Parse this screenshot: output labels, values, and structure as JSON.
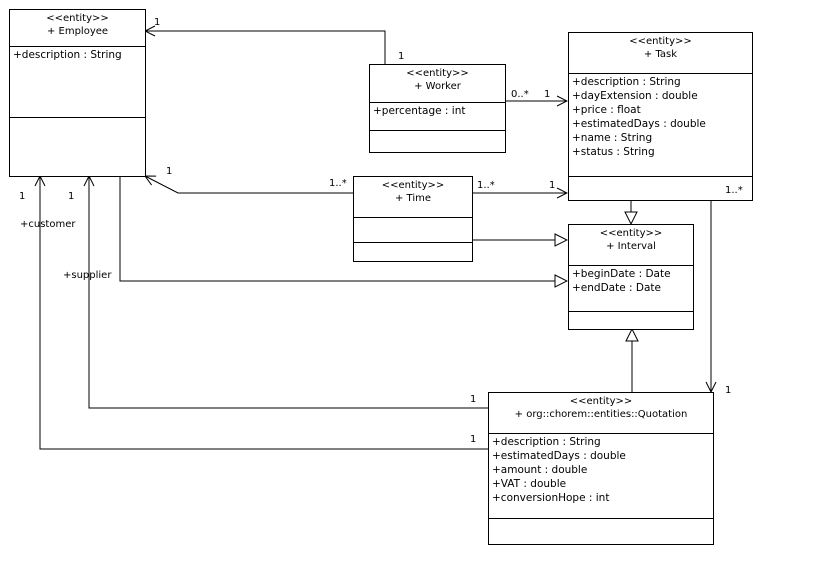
{
  "classes": {
    "employee": {
      "stereotype": "<<entity>>",
      "name": "+ Employee",
      "attributes": [
        "+description : String"
      ]
    },
    "worker": {
      "stereotype": "<<entity>>",
      "name": "+ Worker",
      "attributes": [
        "+percentage : int"
      ]
    },
    "task": {
      "stereotype": "<<entity>>",
      "name": "+ Task",
      "attributes": [
        "+description : String",
        "+dayExtension : double",
        "+price : float",
        "+estimatedDays : double",
        "+name : String",
        "+status : String"
      ]
    },
    "time": {
      "stereotype": "<<entity>>",
      "name": "+ Time",
      "attributes": []
    },
    "interval": {
      "stereotype": "<<entity>>",
      "name": "+ Interval",
      "attributes": [
        "+beginDate : Date",
        "+endDate : Date"
      ]
    },
    "quotation": {
      "stereotype": "<<entity>>",
      "name": "+ org::chorem::entities::Quotation",
      "attributes": [
        "+description : String",
        "+estimatedDays : double",
        "+amount : double",
        "+VAT : double",
        "+conversionHope : int"
      ]
    }
  },
  "labels": {
    "worker_employee_at_employee": "1",
    "worker_employee_at_worker": "1",
    "worker_task_at_worker": "0..*",
    "worker_task_at_task": "1",
    "time_employee_at_employee": "1",
    "time_employee_at_time": "1..*",
    "time_task_at_time": "1..*",
    "time_task_at_task": "1",
    "task_quotation_at_task": "1..*",
    "task_quotation_at_quotation": "1",
    "customer_role": "+customer",
    "customer_mult_employee": "1",
    "customer_mult_quotation": "1",
    "supplier_role": "+supplier",
    "supplier_mult_employee": "1",
    "supplier_mult_quotation": "1"
  }
}
